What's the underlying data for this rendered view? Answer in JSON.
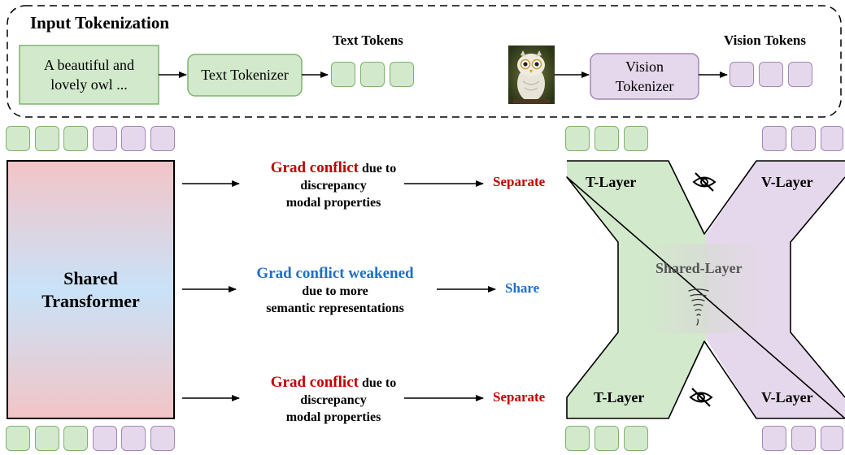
{
  "input_section": {
    "title": "Input Tokenization",
    "text_input": "A beautiful and lovely owl ...",
    "text_tokenizer": "Text Tokenizer",
    "text_tokens_label": "Text Tokens",
    "vision_tokenizer": "Vision Tokenizer",
    "vision_tokens_label": "Vision Tokens"
  },
  "shared_transformer": {
    "label": "Shared Transformer"
  },
  "rows": [
    {
      "highlight": "Grad conflict",
      "rest_line1": " due to",
      "line2": "discrepancy",
      "line3": "modal properties",
      "result": "Separate",
      "highlight_color": "#c00000"
    },
    {
      "highlight": "Grad conflict weakened",
      "rest_line1": "",
      "line2": "due to more",
      "line3": "semantic representations",
      "result": "Share",
      "highlight_color": "#1f6fc5"
    },
    {
      "highlight": "Grad conflict",
      "rest_line1": " due to",
      "line2": "discrepancy",
      "line3": "modal properties",
      "result": "Separate",
      "highlight_color": "#c00000"
    }
  ],
  "x_model": {
    "top_left": "T-Layer",
    "top_right": "V-Layer",
    "center": "Shared-Layer",
    "bottom_left": "T-Layer",
    "bottom_right": "V-Layer"
  },
  "colors": {
    "text_fill": "#d2e9cc",
    "text_stroke": "#7fb26f",
    "vision_fill": "#e6d8ec",
    "vision_stroke": "#a286b3"
  },
  "icons": [
    "owl-image",
    "eye-slash-icon",
    "tornado-icon",
    "arrow-icon"
  ]
}
